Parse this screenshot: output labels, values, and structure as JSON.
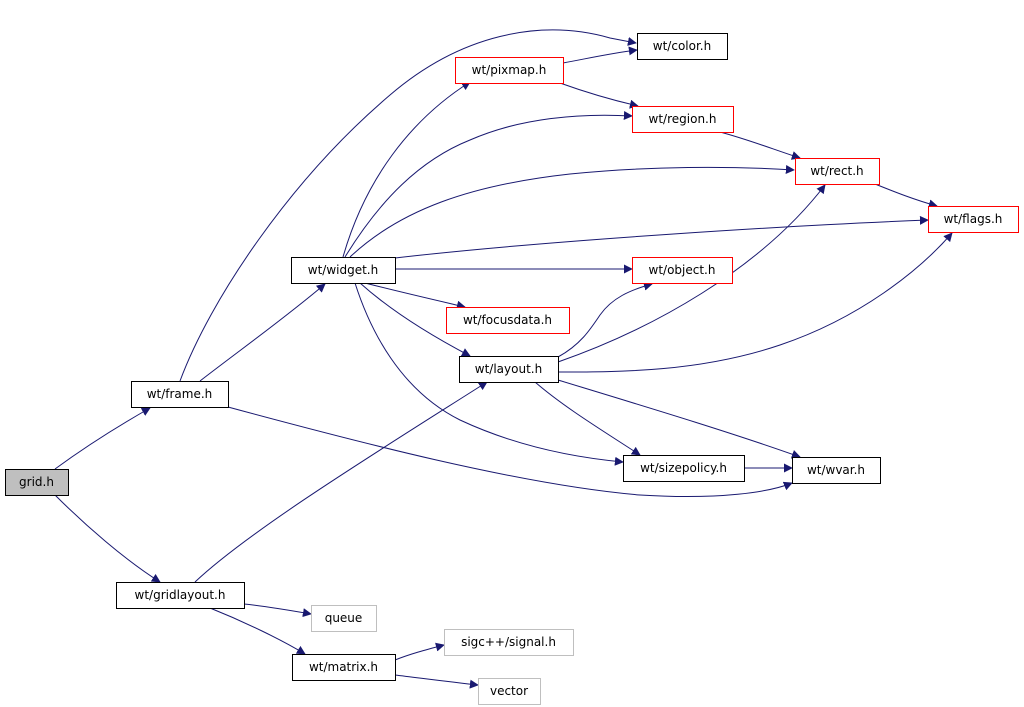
{
  "diagram": {
    "colors": {
      "edge": "#191970",
      "node_plain_border": "#000000",
      "node_red_border": "#ff0000",
      "node_grey_border": "#bfbfbf",
      "root_fill": "#bfbfbf",
      "background": "#ffffff"
    },
    "nodes": [
      {
        "id": "grid_h",
        "label": "grid.h",
        "style": "root"
      },
      {
        "id": "wt_frame_h",
        "label": "wt/frame.h",
        "style": "plain"
      },
      {
        "id": "wt_gridlayout_h",
        "label": "wt/gridlayout.h",
        "style": "plain"
      },
      {
        "id": "wt_color_h",
        "label": "wt/color.h",
        "style": "plain"
      },
      {
        "id": "wt_widget_h",
        "label": "wt/widget.h",
        "style": "plain"
      },
      {
        "id": "wt_wvar_h",
        "label": "wt/wvar.h",
        "style": "plain"
      },
      {
        "id": "wt_pixmap_h",
        "label": "wt/pixmap.h",
        "style": "red"
      },
      {
        "id": "wt_region_h",
        "label": "wt/region.h",
        "style": "red"
      },
      {
        "id": "wt_rect_h",
        "label": "wt/rect.h",
        "style": "red"
      },
      {
        "id": "wt_flags_h",
        "label": "wt/flags.h",
        "style": "red"
      },
      {
        "id": "wt_object_h",
        "label": "wt/object.h",
        "style": "red"
      },
      {
        "id": "wt_focusdata_h",
        "label": "wt/focusdata.h",
        "style": "red"
      },
      {
        "id": "wt_layout_h",
        "label": "wt/layout.h",
        "style": "plain"
      },
      {
        "id": "wt_sizepolicy_h",
        "label": "wt/sizepolicy.h",
        "style": "plain"
      },
      {
        "id": "queue",
        "label": "queue",
        "style": "grey"
      },
      {
        "id": "wt_matrix_h",
        "label": "wt/matrix.h",
        "style": "plain"
      },
      {
        "id": "sigcpp_signal_h",
        "label": "sigc++/signal.h",
        "style": "grey"
      },
      {
        "id": "vector",
        "label": "vector",
        "style": "grey"
      }
    ],
    "edges": [
      {
        "from": "grid_h",
        "to": "wt_frame_h"
      },
      {
        "from": "grid_h",
        "to": "wt_gridlayout_h"
      },
      {
        "from": "wt_frame_h",
        "to": "wt_color_h"
      },
      {
        "from": "wt_frame_h",
        "to": "wt_widget_h"
      },
      {
        "from": "wt_frame_h",
        "to": "wt_wvar_h"
      },
      {
        "from": "wt_widget_h",
        "to": "wt_pixmap_h"
      },
      {
        "from": "wt_widget_h",
        "to": "wt_region_h"
      },
      {
        "from": "wt_widget_h",
        "to": "wt_rect_h"
      },
      {
        "from": "wt_widget_h",
        "to": "wt_flags_h"
      },
      {
        "from": "wt_widget_h",
        "to": "wt_object_h"
      },
      {
        "from": "wt_widget_h",
        "to": "wt_focusdata_h"
      },
      {
        "from": "wt_widget_h",
        "to": "wt_layout_h"
      },
      {
        "from": "wt_widget_h",
        "to": "wt_sizepolicy_h"
      },
      {
        "from": "wt_pixmap_h",
        "to": "wt_color_h"
      },
      {
        "from": "wt_pixmap_h",
        "to": "wt_region_h"
      },
      {
        "from": "wt_region_h",
        "to": "wt_rect_h"
      },
      {
        "from": "wt_rect_h",
        "to": "wt_flags_h"
      },
      {
        "from": "wt_layout_h",
        "to": "wt_object_h"
      },
      {
        "from": "wt_layout_h",
        "to": "wt_rect_h"
      },
      {
        "from": "wt_layout_h",
        "to": "wt_flags_h"
      },
      {
        "from": "wt_layout_h",
        "to": "wt_sizepolicy_h"
      },
      {
        "from": "wt_layout_h",
        "to": "wt_wvar_h"
      },
      {
        "from": "wt_sizepolicy_h",
        "to": "wt_wvar_h"
      },
      {
        "from": "wt_gridlayout_h",
        "to": "wt_layout_h"
      },
      {
        "from": "wt_gridlayout_h",
        "to": "queue"
      },
      {
        "from": "wt_gridlayout_h",
        "to": "wt_matrix_h"
      },
      {
        "from": "wt_matrix_h",
        "to": "sigcpp_signal_h"
      },
      {
        "from": "wt_matrix_h",
        "to": "vector"
      }
    ]
  }
}
